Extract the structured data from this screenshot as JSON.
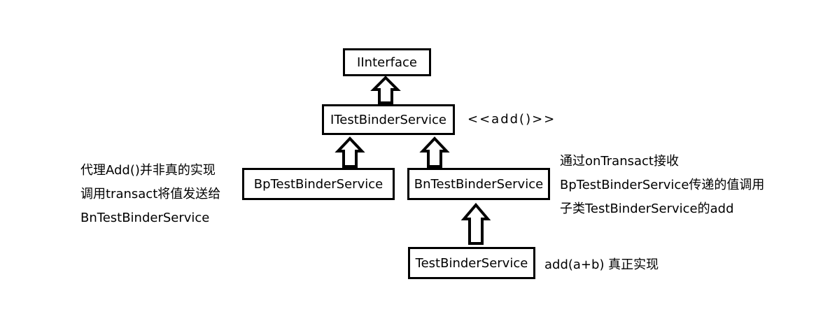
{
  "boxes": {
    "iinterface": "IInterface",
    "itest": "ITestBinderService",
    "bp": "BpTestBinderService",
    "bn": "BnTestBinderService",
    "test": "TestBinderService"
  },
  "labels": {
    "interface_method": "<<add()>>",
    "bn_mark": "_",
    "test_note": "add(a+b) 真正实现"
  },
  "notes": {
    "left": [
      "代理Add()并非真的实现",
      "调用transact将值发送给",
      "BnTestBinderService"
    ],
    "right": [
      "通过onTransact接收",
      "BpTestBinderService传递的值调用",
      "子类TestBinderService的add"
    ]
  }
}
